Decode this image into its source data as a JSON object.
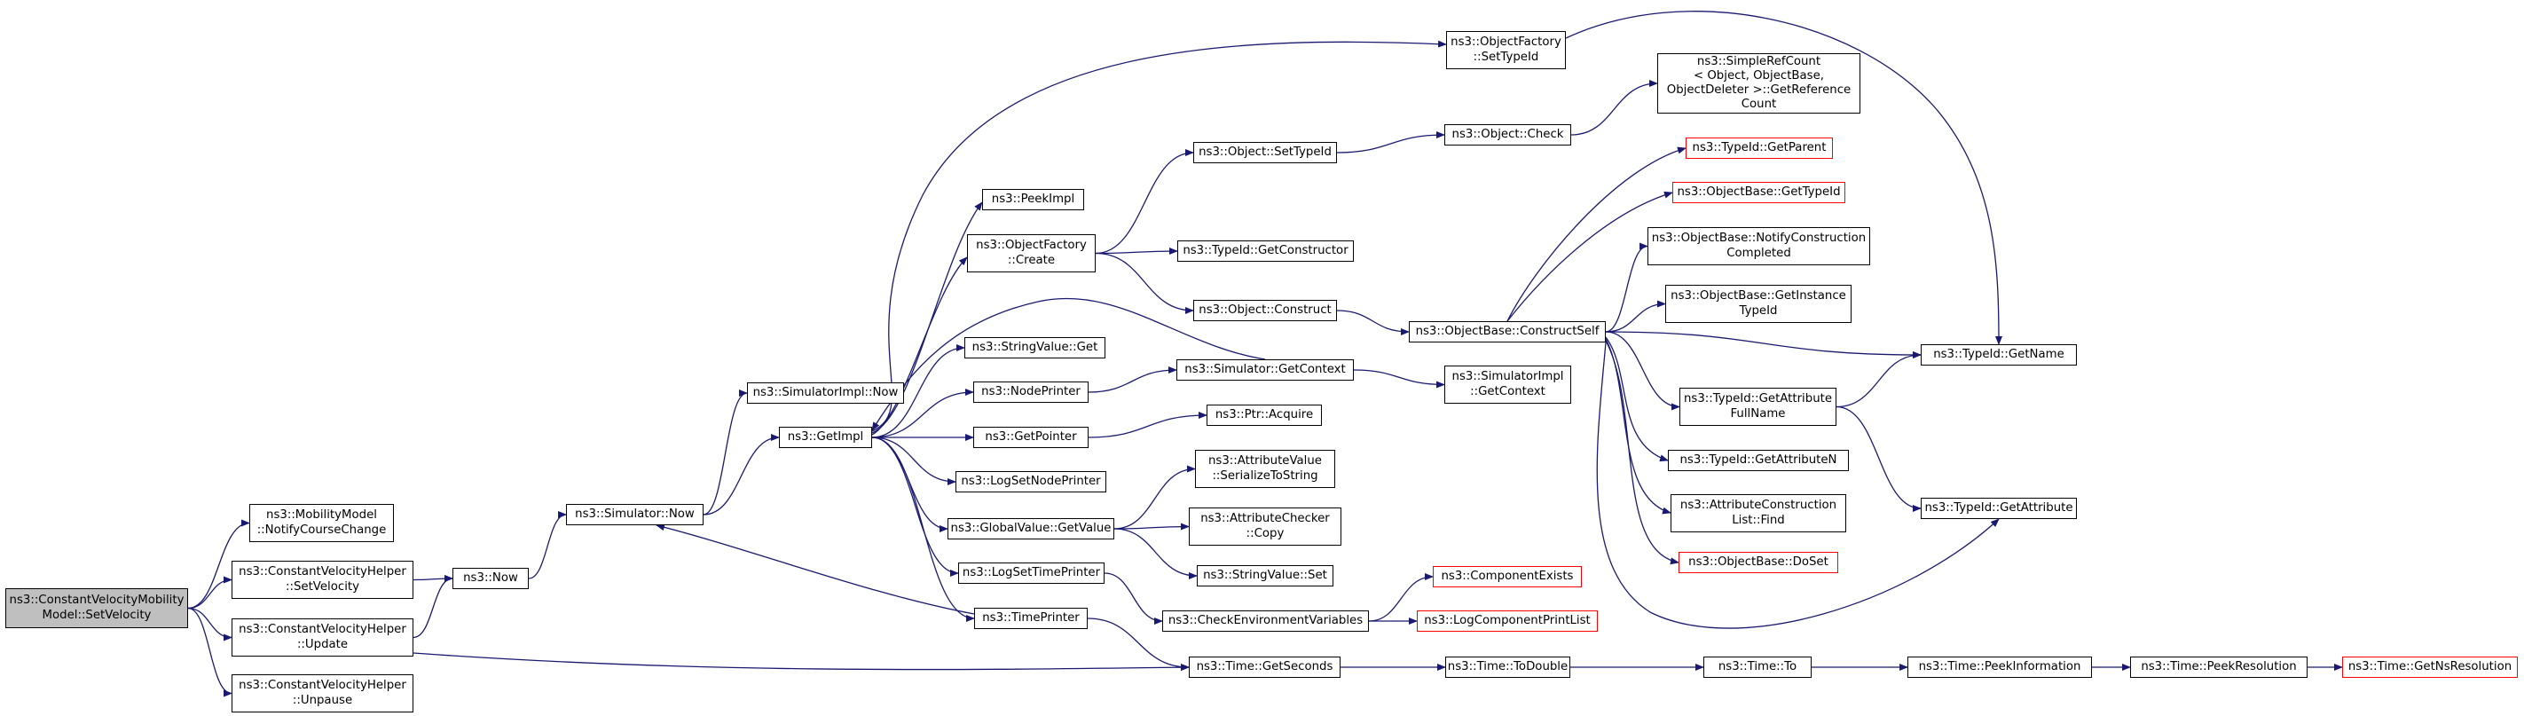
{
  "graph": {
    "nodes": [
      {
        "id": "root",
        "lines": [
          "ns3::ConstantVelocityMobility",
          "Model::SetVelocity"
        ],
        "style": "root"
      },
      {
        "id": "notify_course",
        "lines": [
          "ns3::MobilityModel",
          "::NotifyCourseChange"
        ],
        "style": "normal"
      },
      {
        "id": "cvh_setvelocity",
        "lines": [
          "ns3::ConstantVelocityHelper",
          "::SetVelocity"
        ],
        "style": "normal"
      },
      {
        "id": "cvh_update",
        "lines": [
          "ns3::ConstantVelocityHelper",
          "::Update"
        ],
        "style": "normal"
      },
      {
        "id": "cvh_unpause",
        "lines": [
          "ns3::ConstantVelocityHelper",
          "::Unpause"
        ],
        "style": "normal"
      },
      {
        "id": "now",
        "lines": [
          "ns3::Now"
        ],
        "style": "normal"
      },
      {
        "id": "sim_now",
        "lines": [
          "ns3::Simulator::Now"
        ],
        "style": "normal"
      },
      {
        "id": "simimpl_now",
        "lines": [
          "ns3::SimulatorImpl::Now"
        ],
        "style": "normal"
      },
      {
        "id": "getimpl",
        "lines": [
          "ns3::GetImpl"
        ],
        "style": "normal"
      },
      {
        "id": "peekimpl",
        "lines": [
          "ns3::PeekImpl"
        ],
        "style": "normal"
      },
      {
        "id": "of_create",
        "lines": [
          "ns3::ObjectFactory",
          "::Create"
        ],
        "style": "normal"
      },
      {
        "id": "stringvalue_get",
        "lines": [
          "ns3::StringValue::Get"
        ],
        "style": "normal"
      },
      {
        "id": "nodeprinter",
        "lines": [
          "ns3::NodePrinter"
        ],
        "style": "normal"
      },
      {
        "id": "getpointer",
        "lines": [
          "ns3::GetPointer"
        ],
        "style": "normal"
      },
      {
        "id": "logsetnodeprinter",
        "lines": [
          "ns3::LogSetNodePrinter"
        ],
        "style": "normal"
      },
      {
        "id": "gv_getvalue",
        "lines": [
          "ns3::GlobalValue::GetValue"
        ],
        "style": "normal"
      },
      {
        "id": "logsettimeprinter",
        "lines": [
          "ns3::LogSetTimePrinter"
        ],
        "style": "normal"
      },
      {
        "id": "timeprinter",
        "lines": [
          "ns3::TimePrinter"
        ],
        "style": "normal"
      },
      {
        "id": "of_settypeid",
        "lines": [
          "ns3::ObjectFactory",
          "::SetTypeId"
        ],
        "style": "normal"
      },
      {
        "id": "obj_settypeid",
        "lines": [
          "ns3::Object::SetTypeId"
        ],
        "style": "normal"
      },
      {
        "id": "tid_getconstructor",
        "lines": [
          "ns3::TypeId::GetConstructor"
        ],
        "style": "normal"
      },
      {
        "id": "obj_construct",
        "lines": [
          "ns3::Object::Construct"
        ],
        "style": "normal"
      },
      {
        "id": "sim_getcontext",
        "lines": [
          "ns3::Simulator::GetContext"
        ],
        "style": "normal"
      },
      {
        "id": "ptr_acquire",
        "lines": [
          "ns3::Ptr::Acquire"
        ],
        "style": "normal"
      },
      {
        "id": "av_serialize",
        "lines": [
          "ns3::AttributeValue",
          "::SerializeToString"
        ],
        "style": "normal"
      },
      {
        "id": "ac_copy",
        "lines": [
          "ns3::AttributeChecker",
          "::Copy"
        ],
        "style": "normal"
      },
      {
        "id": "stringvalue_set",
        "lines": [
          "ns3::StringValue::Set"
        ],
        "style": "normal"
      },
      {
        "id": "check_env",
        "lines": [
          "ns3::CheckEnvironmentVariables"
        ],
        "style": "normal"
      },
      {
        "id": "time_getseconds",
        "lines": [
          "ns3::Time::GetSeconds"
        ],
        "style": "normal"
      },
      {
        "id": "obj_check",
        "lines": [
          "ns3::Object::Check"
        ],
        "style": "normal"
      },
      {
        "id": "ob_constructself",
        "lines": [
          "ns3::ObjectBase::ConstructSelf"
        ],
        "style": "normal"
      },
      {
        "id": "simimpl_getcontext",
        "lines": [
          "ns3::SimulatorImpl",
          "::GetContext"
        ],
        "style": "normal"
      },
      {
        "id": "component_exists",
        "lines": [
          "ns3::ComponentExists"
        ],
        "style": "red"
      },
      {
        "id": "log_printlist",
        "lines": [
          "ns3::LogComponentPrintList"
        ],
        "style": "red"
      },
      {
        "id": "time_todouble",
        "lines": [
          "ns3::Time::ToDouble"
        ],
        "style": "normal"
      },
      {
        "id": "simplerefcount",
        "lines": [
          "ns3::SimpleRefCount",
          "< Object, ObjectBase,",
          " ObjectDeleter >::GetReference",
          "Count"
        ],
        "style": "normal"
      },
      {
        "id": "tid_getparent",
        "lines": [
          "ns3::TypeId::GetParent"
        ],
        "style": "red"
      },
      {
        "id": "ob_gettypeid",
        "lines": [
          "ns3::ObjectBase::GetTypeId"
        ],
        "style": "red"
      },
      {
        "id": "ob_notifyconstruction",
        "lines": [
          "ns3::ObjectBase::NotifyConstruction",
          "Completed"
        ],
        "style": "normal"
      },
      {
        "id": "ob_getinstancetypeid",
        "lines": [
          "ns3::ObjectBase::GetInstance",
          "TypeId"
        ],
        "style": "normal"
      },
      {
        "id": "tid_getattributefullname",
        "lines": [
          "ns3::TypeId::GetAttribute",
          "FullName"
        ],
        "style": "normal"
      },
      {
        "id": "tid_getattributen",
        "lines": [
          "ns3::TypeId::GetAttributeN"
        ],
        "style": "normal"
      },
      {
        "id": "acl_find",
        "lines": [
          "ns3::AttributeConstruction",
          "List::Find"
        ],
        "style": "normal"
      },
      {
        "id": "ob_doset",
        "lines": [
          "ns3::ObjectBase::DoSet"
        ],
        "style": "red"
      },
      {
        "id": "time_to",
        "lines": [
          "ns3::Time::To"
        ],
        "style": "normal"
      },
      {
        "id": "tid_getname",
        "lines": [
          "ns3::TypeId::GetName"
        ],
        "style": "normal"
      },
      {
        "id": "tid_getattribute",
        "lines": [
          "ns3::TypeId::GetAttribute"
        ],
        "style": "normal"
      },
      {
        "id": "time_peekinformation",
        "lines": [
          "ns3::Time::PeekInformation"
        ],
        "style": "normal"
      },
      {
        "id": "time_peekresolution",
        "lines": [
          "ns3::Time::PeekResolution"
        ],
        "style": "normal"
      },
      {
        "id": "time_getnsresolution",
        "lines": [
          "ns3::Time::GetNsResolution"
        ],
        "style": "red"
      }
    ],
    "edges": [
      [
        "root",
        "notify_course"
      ],
      [
        "root",
        "cvh_setvelocity"
      ],
      [
        "root",
        "cvh_update"
      ],
      [
        "root",
        "cvh_unpause"
      ],
      [
        "cvh_setvelocity",
        "now"
      ],
      [
        "cvh_update",
        "now"
      ],
      [
        "cvh_update",
        "time_getseconds"
      ],
      [
        "now",
        "sim_now"
      ],
      [
        "sim_now",
        "simimpl_now"
      ],
      [
        "sim_now",
        "getimpl"
      ],
      [
        "getimpl",
        "peekimpl"
      ],
      [
        "getimpl",
        "of_create"
      ],
      [
        "getimpl",
        "stringvalue_get"
      ],
      [
        "getimpl",
        "nodeprinter"
      ],
      [
        "getimpl",
        "getpointer"
      ],
      [
        "getimpl",
        "logsetnodeprinter"
      ],
      [
        "getimpl",
        "gv_getvalue"
      ],
      [
        "getimpl",
        "logsettimeprinter"
      ],
      [
        "getimpl",
        "timeprinter"
      ],
      [
        "getimpl",
        "of_settypeid"
      ],
      [
        "of_create",
        "obj_settypeid"
      ],
      [
        "of_create",
        "tid_getconstructor"
      ],
      [
        "of_create",
        "obj_construct"
      ],
      [
        "nodeprinter",
        "sim_getcontext"
      ],
      [
        "sim_getcontext",
        "getimpl"
      ],
      [
        "sim_getcontext",
        "simimpl_getcontext"
      ],
      [
        "getpointer",
        "ptr_acquire"
      ],
      [
        "gv_getvalue",
        "av_serialize"
      ],
      [
        "gv_getvalue",
        "ac_copy"
      ],
      [
        "gv_getvalue",
        "stringvalue_set"
      ],
      [
        "logsettimeprinter",
        "check_env"
      ],
      [
        "timeprinter",
        "sim_now"
      ],
      [
        "timeprinter",
        "time_getseconds"
      ],
      [
        "obj_settypeid",
        "obj_check"
      ],
      [
        "obj_check",
        "simplerefcount"
      ],
      [
        "obj_construct",
        "ob_constructself"
      ],
      [
        "check_env",
        "component_exists"
      ],
      [
        "check_env",
        "log_printlist"
      ],
      [
        "time_getseconds",
        "time_todouble"
      ],
      [
        "time_todouble",
        "time_to"
      ],
      [
        "time_to",
        "time_peekinformation"
      ],
      [
        "time_peekinformation",
        "time_peekresolution"
      ],
      [
        "time_peekresolution",
        "time_getnsresolution"
      ],
      [
        "of_settypeid",
        "tid_getname"
      ],
      [
        "ob_constructself",
        "tid_getparent"
      ],
      [
        "ob_constructself",
        "ob_gettypeid"
      ],
      [
        "ob_constructself",
        "ob_notifyconstruction"
      ],
      [
        "ob_constructself",
        "ob_getinstancetypeid"
      ],
      [
        "ob_constructself",
        "tid_getname"
      ],
      [
        "ob_constructself",
        "tid_getattributefullname"
      ],
      [
        "ob_constructself",
        "tid_getattributen"
      ],
      [
        "ob_constructself",
        "acl_find"
      ],
      [
        "ob_constructself",
        "ob_doset"
      ],
      [
        "ob_constructself",
        "tid_getattribute"
      ],
      [
        "tid_getattributefullname",
        "tid_getname"
      ],
      [
        "tid_getattributefullname",
        "tid_getattribute"
      ]
    ]
  }
}
